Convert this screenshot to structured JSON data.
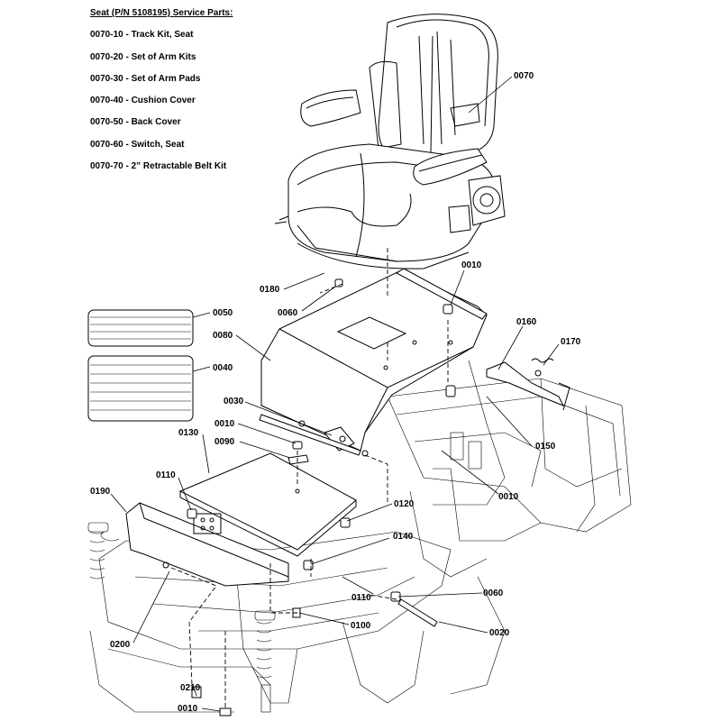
{
  "service_parts": {
    "header": "Seat (P/N 5108195) Service Parts:",
    "items": [
      "0070-10 - Track Kit, Seat",
      "0070-20 - Set of Arm Kits",
      "0070-30 - Set of Arm Pads",
      "0070-40 - Cushion Cover",
      "0070-50 - Back Cover",
      "0070-60 - Switch, Seat",
      "0070-70 - 2” Retractable Belt Kit"
    ]
  },
  "callouts": {
    "c0070": "0070",
    "c0010a": "0010",
    "c0180": "0180",
    "c0060a": "0060",
    "c0050": "0050",
    "c0080": "0080",
    "c0160": "0160",
    "c0170": "0170",
    "c0040": "0040",
    "c0030": "0030",
    "c0010b": "0010",
    "c0090": "0090",
    "c0130": "0130",
    "c0150": "0150",
    "c0110a": "0110",
    "c0010c": "0010",
    "c0190": "0190",
    "c0120": "0120",
    "c0140": "0140",
    "c0110b": "0110",
    "c0060b": "0060",
    "c0100": "0100",
    "c0020": "0020",
    "c0200": "0200",
    "c0210": "0210",
    "c0010d": "0010"
  }
}
